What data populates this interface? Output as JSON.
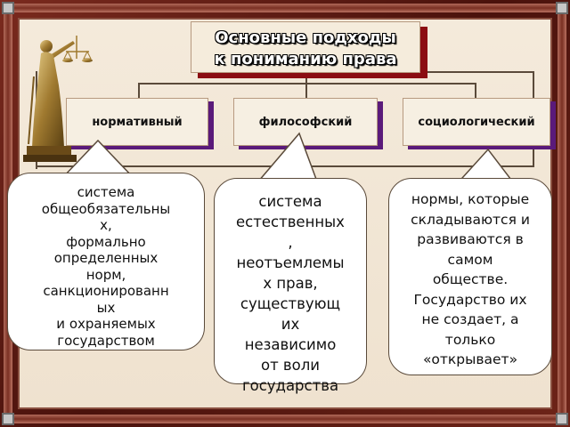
{
  "title": {
    "line1": "Основные подходы",
    "line2": "к пониманию права"
  },
  "categories": [
    {
      "label": "нормативный"
    },
    {
      "label": "философский"
    },
    {
      "label": "социологический"
    }
  ],
  "descriptions": [
    {
      "lines": [
        "система",
        "общеобязательны",
        "х,",
        "формально",
        "определенных",
        "норм,",
        "санкционированн",
        "ых",
        "и охраняемых",
        "государством"
      ]
    },
    {
      "lines": [
        "система",
        "естественных",
        ",",
        "неотъемлемы",
        "х прав,",
        "существующ",
        "их",
        "независимо",
        "от воли",
        "государства"
      ]
    },
    {
      "lines": [
        "нормы, которые",
        "складываются и",
        "развиваются в",
        "самом",
        "обществе.",
        "Государство их",
        "не создает, а",
        "только",
        "«открывает»"
      ]
    }
  ],
  "images": {
    "statue": "themis-statue-icon"
  }
}
